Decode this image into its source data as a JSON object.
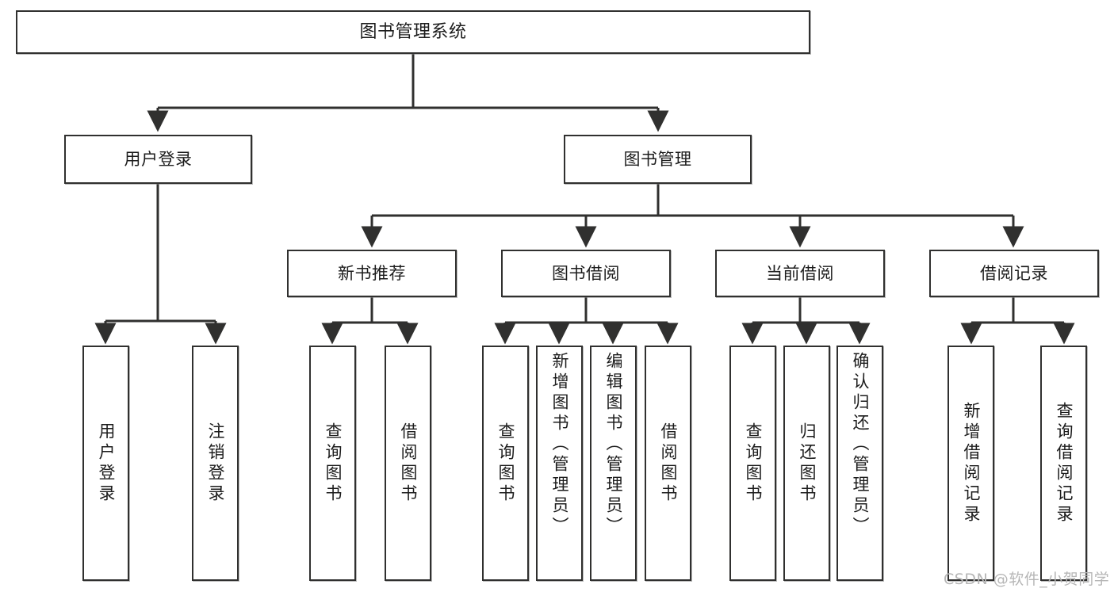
{
  "diagram": {
    "title": "图书管理系统",
    "type": "tree",
    "root": {
      "label": "图书管理系统"
    },
    "level2": [
      {
        "label": "用户登录"
      },
      {
        "label": "图书管理"
      }
    ],
    "level3": [
      {
        "label": "新书推荐"
      },
      {
        "label": "图书借阅"
      },
      {
        "label": "当前借阅"
      },
      {
        "label": "借阅记录"
      }
    ],
    "leaves": {
      "user_login": [
        {
          "label": "用户登录"
        },
        {
          "label": "注销登录"
        }
      ],
      "new_book_recommend": [
        {
          "label": "查询图书"
        },
        {
          "label": "借阅图书"
        }
      ],
      "book_borrow": [
        {
          "label": "查询图书"
        },
        {
          "label": "新增图书（管理员）"
        },
        {
          "label": "编辑图书（管理员）"
        },
        {
          "label": "借阅图书"
        }
      ],
      "current_borrow": [
        {
          "label": "查询图书"
        },
        {
          "label": "归还图书"
        },
        {
          "label": "确认归还（管理员）"
        }
      ],
      "borrow_record": [
        {
          "label": "新增借阅记录"
        },
        {
          "label": "查询借阅记录"
        }
      ]
    }
  },
  "watermark": {
    "text": "CSDN @软件_小贺同学"
  },
  "colors": {
    "border": "#30302f",
    "background": "#ffffff",
    "text": "#1c1c1c",
    "watermark": "#b6b6b6"
  }
}
